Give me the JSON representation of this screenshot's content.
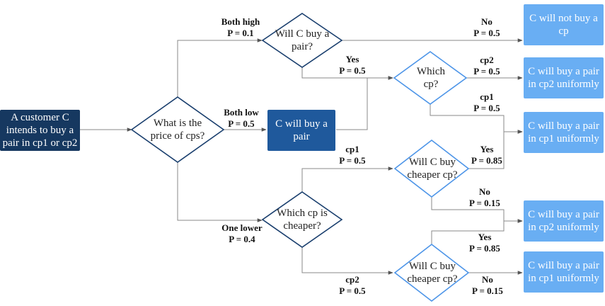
{
  "nodes": {
    "start": "A customer C intends to buy a pair in cp1 or cp2",
    "price": "What is the price of cps?",
    "will_buy_high": "Will C buy a pair?",
    "buy_pair": "C will buy a pair",
    "which_cp": "Which cp?",
    "which_cheaper": "Which cp is cheaper?",
    "cheaper_cp1": "Will C buy cheaper cp?",
    "cheaper_cp2": "Will C buy cheaper cp?",
    "not_buy": "C will not buy a cp",
    "buy_cp2_a": "C will buy a pair in cp2 uniformly",
    "buy_cp1_a": "C will buy a pair in cp1 uniformly",
    "buy_cp2_b": "C will buy a pair in cp2 uniformly",
    "buy_cp1_b": "C will buy a pair in cp1 uniformly"
  },
  "edges": {
    "both_high": {
      "label": "Both high",
      "prob": "P = 0.1"
    },
    "both_low": {
      "label": "Both low",
      "prob": "P = 0.5"
    },
    "one_lower": {
      "label": "One lower",
      "prob": "P = 0.4"
    },
    "high_no": {
      "label": "No",
      "prob": "P = 0.5"
    },
    "high_yes": {
      "label": "Yes",
      "prob": "P = 0.5"
    },
    "which_cp2": {
      "label": "cp2",
      "prob": "P = 0.5"
    },
    "which_cp1": {
      "label": "cp1",
      "prob": "P = 0.5"
    },
    "cheaper_is_cp1": {
      "label": "cp1",
      "prob": "P = 0.5"
    },
    "cheaper_is_cp2": {
      "label": "cp2",
      "prob": "P = 0.5"
    },
    "cp1_yes": {
      "label": "Yes",
      "prob": "P = 0.85"
    },
    "cp1_no": {
      "label": "No",
      "prob": "P = 0.15"
    },
    "cp2_yes": {
      "label": "Yes",
      "prob": "P = 0.85"
    },
    "cp2_no": {
      "label": "No",
      "prob": "P = 0.15"
    }
  },
  "colors": {
    "start_box": "#163860",
    "buy_pair_box": "#1f599c",
    "outcome_box": "#69aef3",
    "dark_diamond_stroke": "#1a3f6e",
    "light_diamond_stroke": "#4d95e8",
    "edge": "#777777"
  }
}
